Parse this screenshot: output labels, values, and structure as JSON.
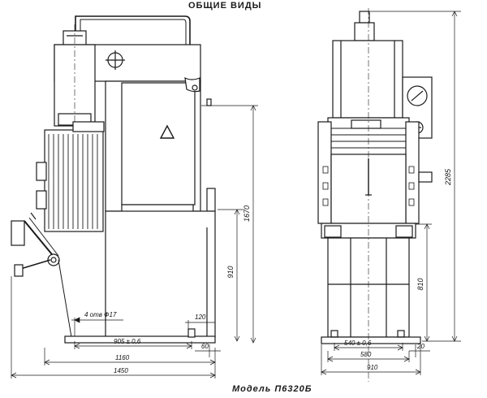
{
  "title": "ОБЩИЕ ВИДЫ",
  "caption": "Модель П6320Б",
  "front_view": {
    "dims": {
      "height_table": "910",
      "height_ram": "1670",
      "holes": "4 отв Ф17",
      "d120": "120",
      "d905": "905 ± 0,6",
      "d60": "60",
      "d1160": "1160",
      "d1450": "1450"
    }
  },
  "side_view": {
    "dims": {
      "height_total": "2285",
      "height_810": "810",
      "d540": "540 ± 0,6",
      "d20": "20",
      "d580": "580",
      "d910": "910"
    }
  },
  "colors": {
    "ink": "#1a1a1a",
    "paper": "#ffffff"
  }
}
